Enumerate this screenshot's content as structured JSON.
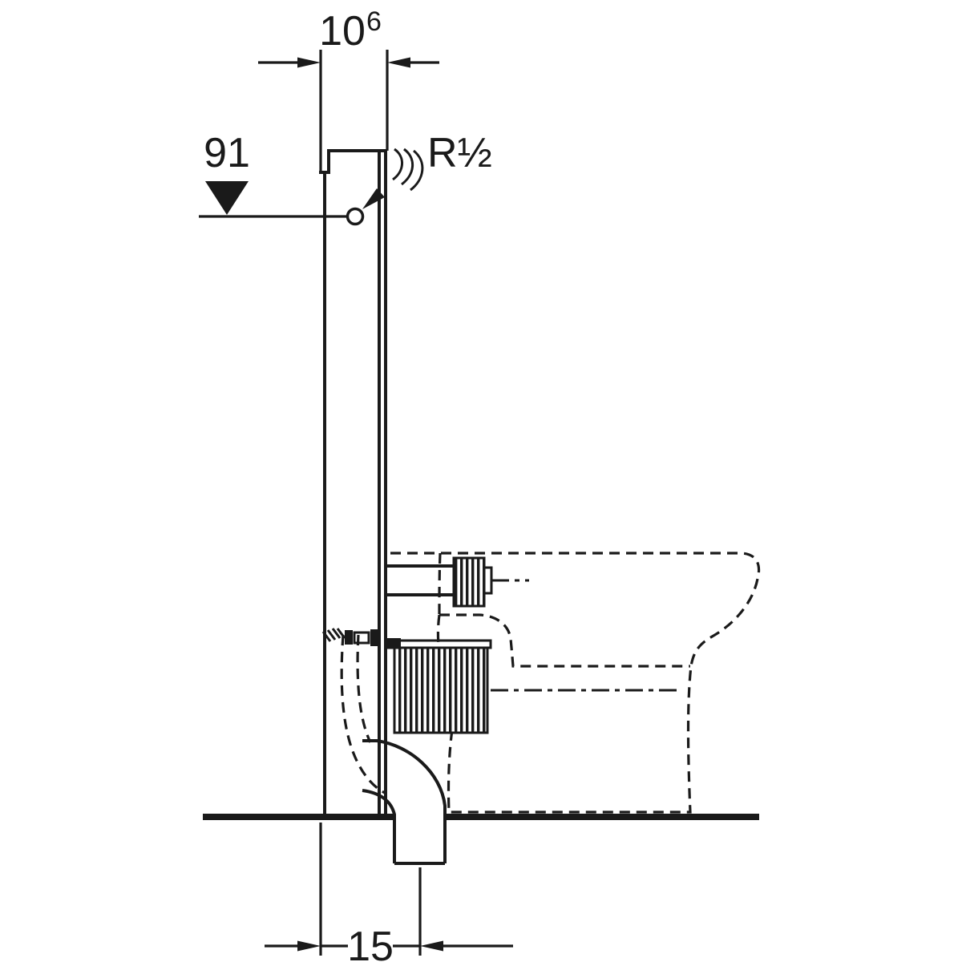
{
  "diagram": {
    "labels": {
      "dim_depth_value": "10",
      "dim_depth_superscript": "6",
      "dim_supply_height": "91",
      "water_connection": "R½",
      "dim_outlet_offset": "15"
    },
    "icons": {
      "level_marker": "triangle-down",
      "dim_arrowhead": "filled-arrowhead",
      "leader_arrowhead": "filled-arrowhead"
    },
    "colors": {
      "line": "#1a1a1a",
      "background": "#ffffff"
    }
  }
}
